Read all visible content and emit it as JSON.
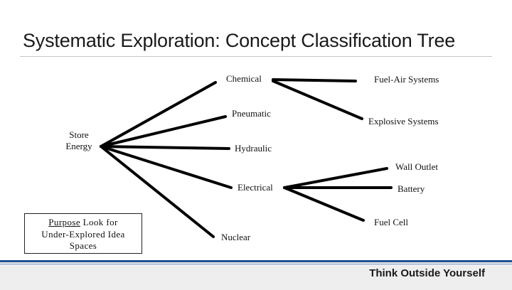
{
  "slide": {
    "title": "Systematic Exploration: Concept Classification Tree",
    "footer": "Think Outside Yourself"
  },
  "tree": {
    "root": [
      "Store",
      "Energy"
    ],
    "branches": {
      "chemical": "Chemical",
      "pneumatic": "Pneumatic",
      "hydraulic": "Hydraulic",
      "electrical": "Electrical",
      "nuclear": "Nuclear"
    },
    "leaves": {
      "fuel_air": "Fuel-Air Systems",
      "explosive": "Explosive Systems",
      "wall_outlet": "Wall Outlet",
      "battery": "Battery",
      "fuel_cell": "Fuel Cell"
    }
  },
  "purpose": {
    "label": "Purpose",
    "line1_rest": " Look for",
    "line2": "Under-Explored Idea",
    "line3": "Spaces"
  },
  "colors": {
    "line": "#000000",
    "accent": "#1e4f91",
    "footer_bg": "#eeeeee"
  }
}
